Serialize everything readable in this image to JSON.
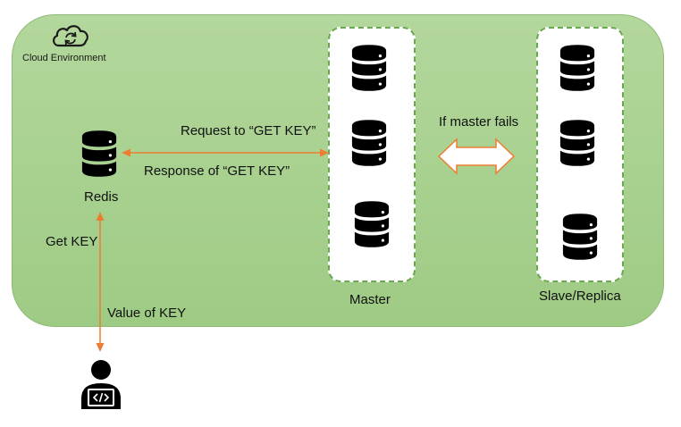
{
  "cloud": {
    "label": "Cloud Environment",
    "icon": "cloud-sync-icon"
  },
  "redis": {
    "label": "Redis",
    "icon": "database-icon"
  },
  "master": {
    "label": "Master",
    "db_count": 3
  },
  "replica": {
    "label": "Slave/Replica",
    "db_count": 3
  },
  "edges": {
    "request": "Request to “GET KEY”",
    "response": "Response of “GET KEY”",
    "failover": "If master fails",
    "get_key": "Get KEY",
    "value_of_key": "Value of KEY"
  },
  "user": {
    "icon": "developer-user-icon"
  },
  "colors": {
    "environment_fill": "#a9d18e",
    "box_border": "#6aa84f",
    "arrow": "#ed7d31",
    "database": "#000000"
  }
}
